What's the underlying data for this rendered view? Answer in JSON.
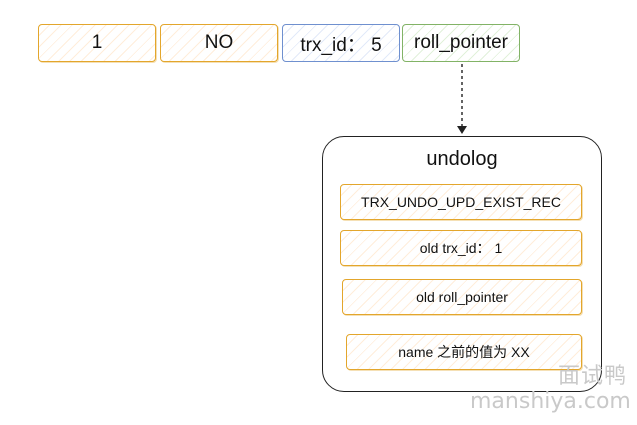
{
  "record_row": {
    "cells": [
      "1",
      "NO",
      "trx_id： 5",
      "roll_pointer"
    ]
  },
  "undolog": {
    "title": "undolog",
    "entries": [
      "TRX_UNDO_UPD_EXIST_REC",
      "old trx_id： 1",
      "old roll_pointer",
      "name 之前的值为 XX"
    ]
  },
  "watermark": {
    "text_cn": "面试鸭",
    "text_en": "manshiya.com"
  },
  "colors": {
    "cell_border_orange": "#e3a62c",
    "cell_border_blue": "#6f90cf",
    "cell_border_green": "#82b366",
    "box_border": "#222222"
  },
  "connectors": [
    {
      "from": "record_row.cells.3",
      "to": "undolog",
      "style": "dashed-arrow"
    }
  ]
}
